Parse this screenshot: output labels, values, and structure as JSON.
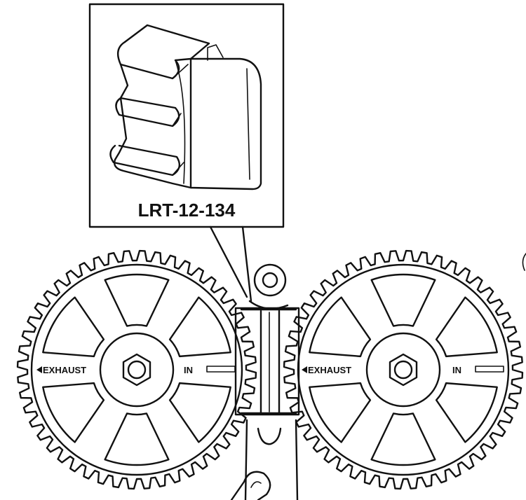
{
  "callout": {
    "tool_label": "LRT-12-134"
  },
  "sprockets": [
    {
      "exhaust_label": "EXHAUST",
      "intake_label": "IN"
    },
    {
      "exhaust_label": "EXHAUST",
      "intake_label": "IN"
    }
  ],
  "colors": {
    "line": "#111111",
    "background": "#ffffff"
  },
  "icons": {
    "exhaust_marker": "triangle-left-icon",
    "intake_marker": "slot-mark-icon"
  }
}
